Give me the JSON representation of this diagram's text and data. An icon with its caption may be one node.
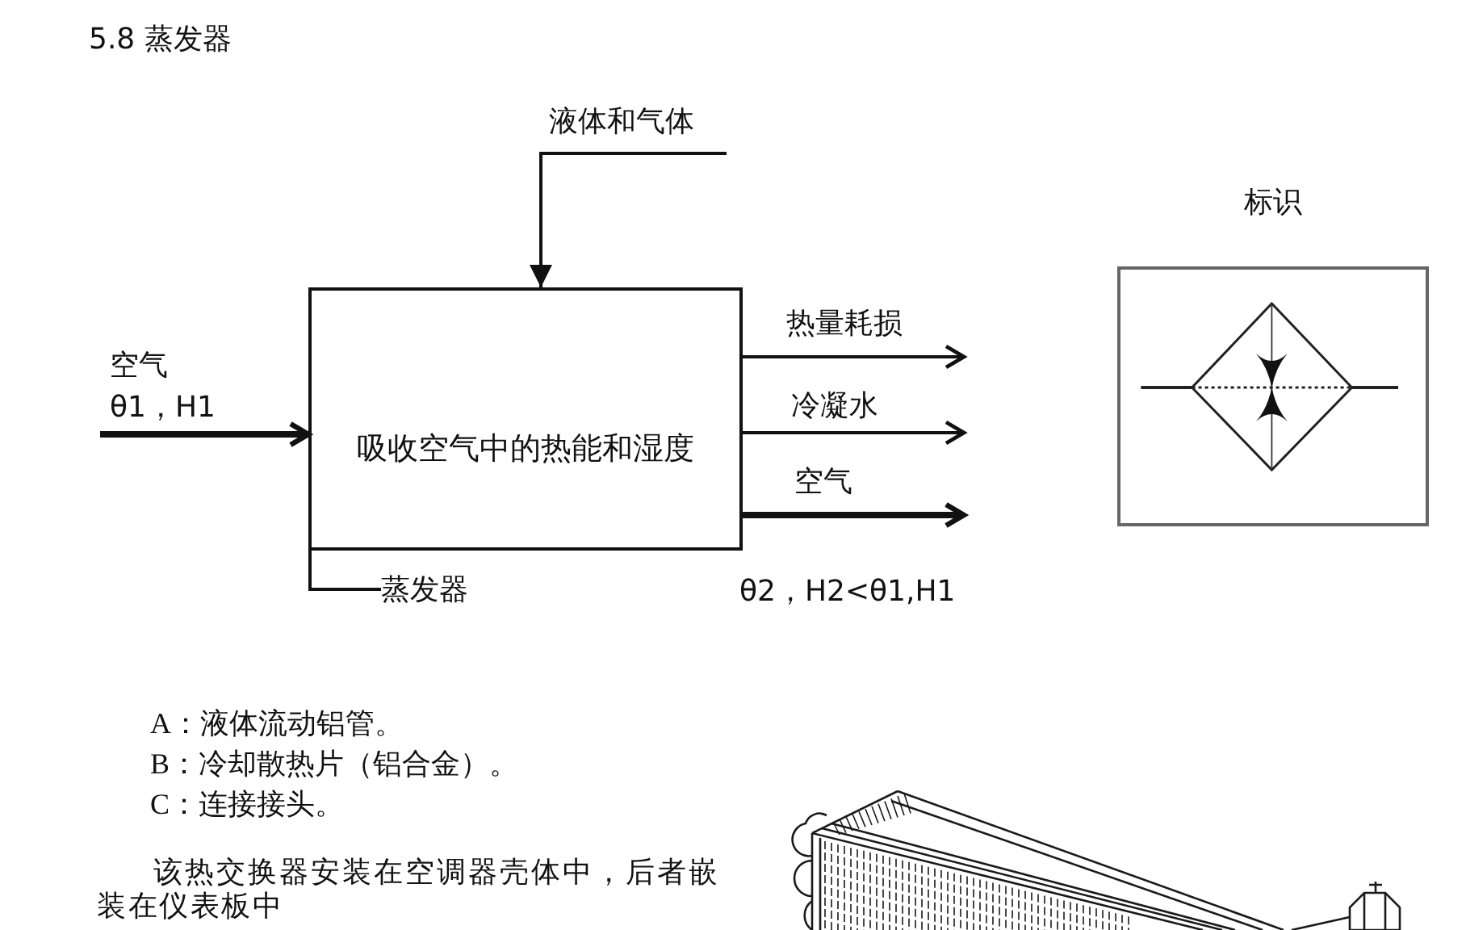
{
  "diagram": {
    "title": "5.8 蒸发器",
    "nodes": [
      {
        "text": [
          "吸收空气中的热能和湿度"
        ]
      },
      {
        "text": [
          "蒸发器"
        ]
      },
      {
        "text": [
          "标识"
        ]
      }
    ],
    "edges": [
      {
        "from": null,
        "to": 0,
        "arrow": "to",
        "label": "液体和气体"
      },
      {
        "from": null,
        "to": 0,
        "arrow": "to",
        "label": "空气",
        "style": "thick"
      },
      {
        "from": 0,
        "to": null,
        "arrow": "to",
        "label": "热量耗损"
      },
      {
        "from": 0,
        "to": null,
        "arrow": "to",
        "label": "冷凝水"
      },
      {
        "from": 0,
        "to": null,
        "arrow": "to",
        "label": "空气",
        "style": "thick"
      },
      {
        "from": 0,
        "to": 1,
        "arrow": "none"
      }
    ],
    "labels": [
      "θ1，H1",
      "θ2，H2<θ1,H1",
      "A：液体流动铝管。",
      "B：冷却散热片（铝合金）。",
      "C：连接接头。",
      "该热交换器安装在空调器壳体中，后者嵌装在仪表板中"
    ]
  }
}
